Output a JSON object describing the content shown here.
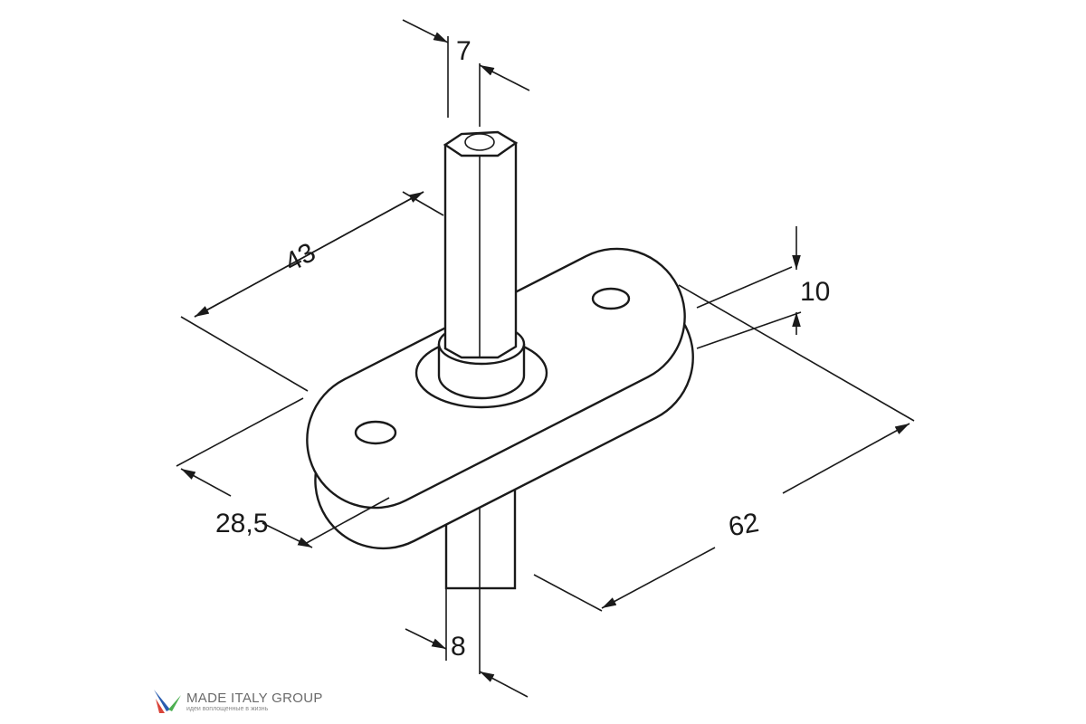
{
  "dimensions": {
    "shaft_top_width": "7",
    "plate_length_top": "43",
    "plate_thickness": "10",
    "plate_width": "28,5",
    "overall_length": "62",
    "shaft_bottom_width": "8"
  },
  "logo": {
    "name": "MADE ITALY GROUP",
    "tagline": "идеи воплощенные в жизнь",
    "colors": [
      "#2a5db0",
      "#d9443a",
      "#4caf50"
    ]
  }
}
